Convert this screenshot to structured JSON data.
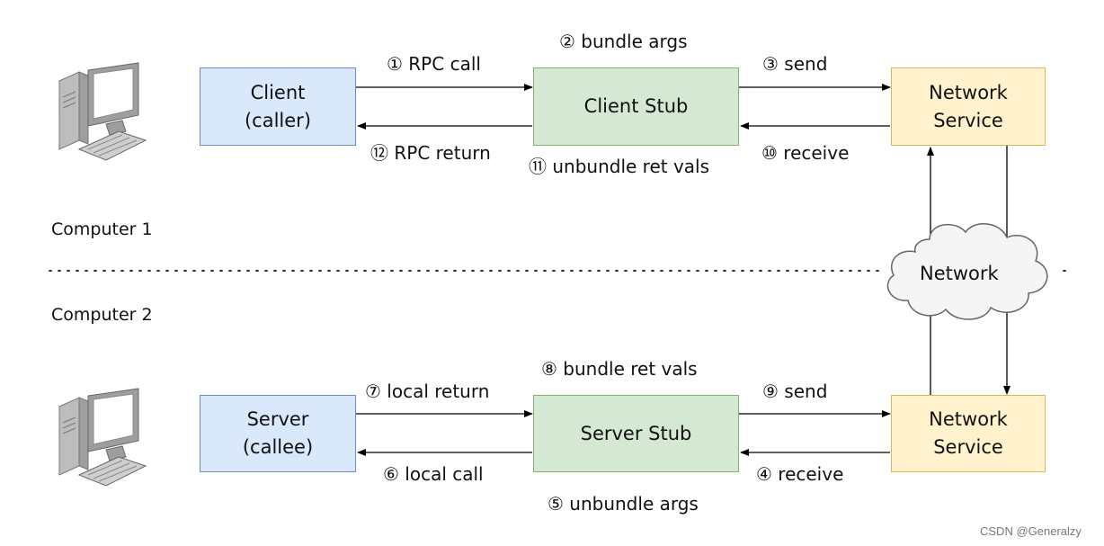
{
  "computer1_label": "Computer 1",
  "computer2_label": "Computer 2",
  "client_box": {
    "line1": "Client",
    "line2": "(caller)"
  },
  "client_stub": "Client Stub",
  "network_service_top": {
    "line1": "Network",
    "line2": "Service"
  },
  "server_box": {
    "line1": "Server",
    "line2": "(callee)"
  },
  "server_stub": "Server Stub",
  "network_service_bottom": {
    "line1": "Network",
    "line2": "Service"
  },
  "network": "Network",
  "steps": {
    "s1": "① RPC call",
    "s2": "② bundle args",
    "s3": "③ send",
    "s4": "④ receive",
    "s5": "⑤ unbundle args",
    "s6": "⑥ local call",
    "s7": "⑦ local return",
    "s8": "⑧ bundle ret vals",
    "s9": "⑨ send",
    "s10": "⑩ receive",
    "s11": "⑪ unbundle ret vals",
    "s12": "⑫ RPC return"
  },
  "watermark": "CSDN @Generalzy",
  "colors": {
    "client_fill": "#dae8fc",
    "client_stroke": "#6c8ebf",
    "stub_fill": "#d5e8d4",
    "stub_stroke": "#82b366",
    "network_fill": "#fff2cc",
    "network_stroke": "#d6b656"
  },
  "icons": [
    "computer-icon",
    "computer-icon",
    "cloud-icon"
  ]
}
